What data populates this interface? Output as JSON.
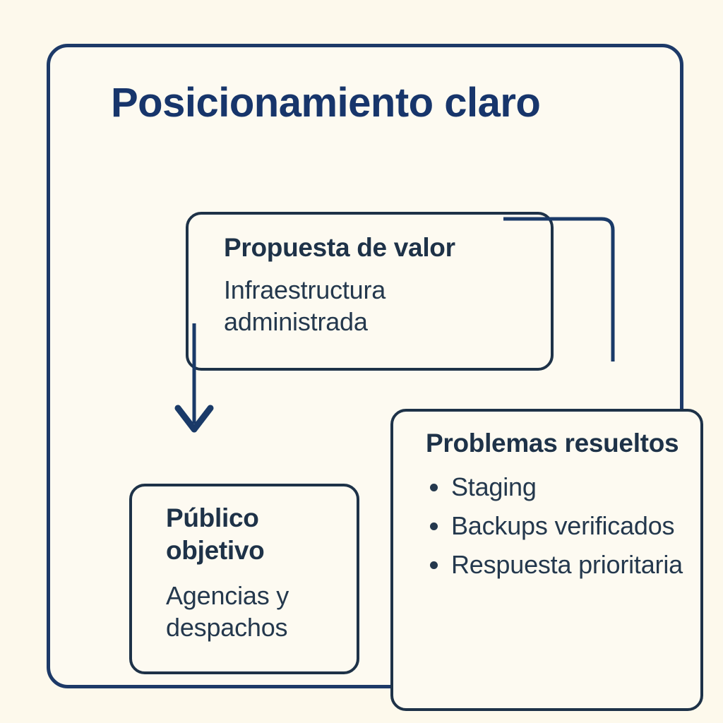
{
  "diagram": {
    "title": "Posicionamiento claro",
    "background_color": "#fdf9ec",
    "panel_fill": "#fdfaf1",
    "border_color": "#1d3a68",
    "card_border_color": "#1e3248",
    "title_color": "#17356b",
    "text_color": "#24384d",
    "connector_color": "#1a3a68"
  },
  "cards": {
    "value_prop": {
      "title": "Propuesta de valor",
      "body": "Infraestructura administrada"
    },
    "audience": {
      "title": "Público objetivo",
      "body": "Agencias y despachos"
    },
    "problems": {
      "title": "Problemas resueltos",
      "items": [
        "Staging",
        "Backups verificados",
        "Respuesta prioritaria"
      ]
    }
  },
  "connectors": [
    {
      "name": "value-prop-to-audience",
      "from": "value_prop",
      "to": "audience",
      "style": "straight-down",
      "arrowhead": true
    },
    {
      "name": "value-prop-to-problems",
      "from": "value_prop",
      "to": "problems",
      "style": "elbow-right-down",
      "arrowhead": false
    }
  ]
}
